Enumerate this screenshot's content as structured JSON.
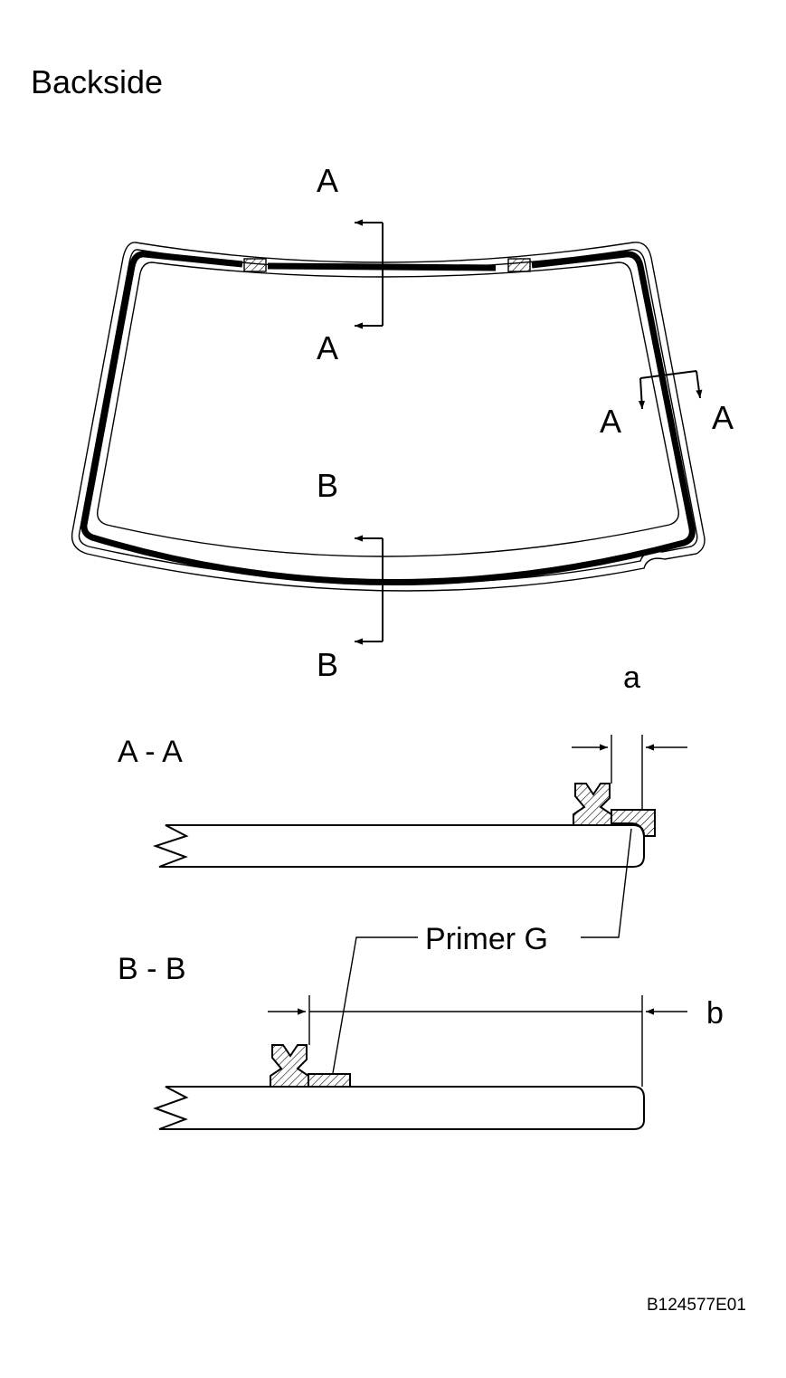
{
  "title": "Backside",
  "cut_labels": {
    "a_top_upper": "A",
    "a_top_lower": "A",
    "a_side_left": "A",
    "a_side_right": "A",
    "b_upper": "B",
    "b_lower": "B"
  },
  "section_aa": {
    "title": "A - A",
    "dimension_label": "a"
  },
  "section_bb": {
    "title": "B - B",
    "dimension_label": "b"
  },
  "callout": {
    "primer": "Primer G"
  },
  "figure_code": "B124577E01"
}
